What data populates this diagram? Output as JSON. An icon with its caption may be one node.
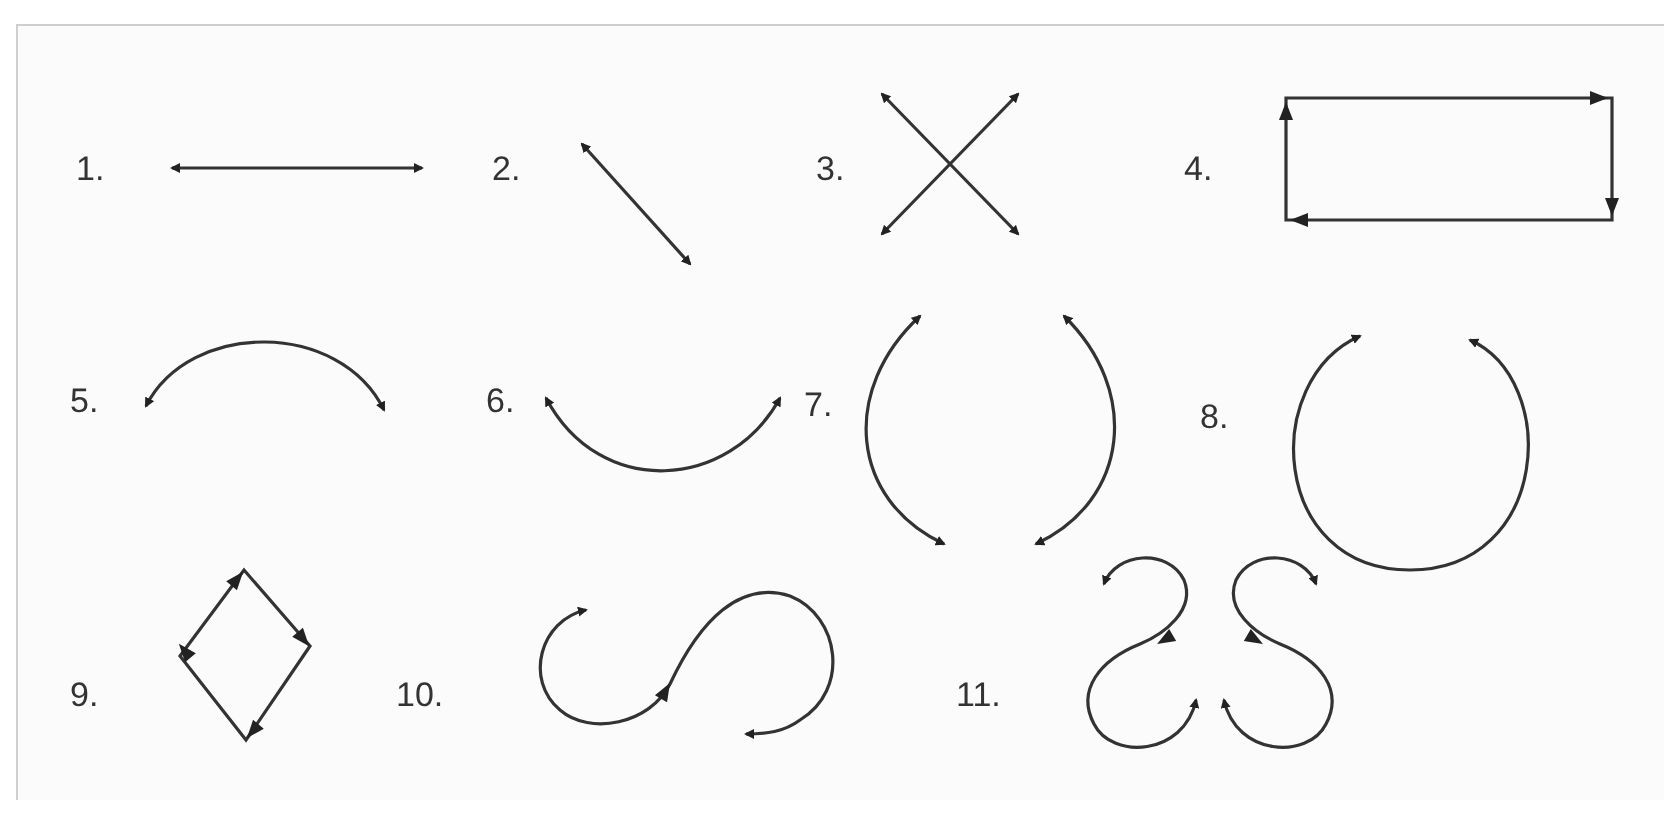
{
  "diagram": {
    "labels": [
      "1.",
      "2.",
      "3.",
      "4.",
      "5.",
      "6.",
      "7.",
      "8.",
      "9.",
      "10.",
      "11."
    ]
  }
}
